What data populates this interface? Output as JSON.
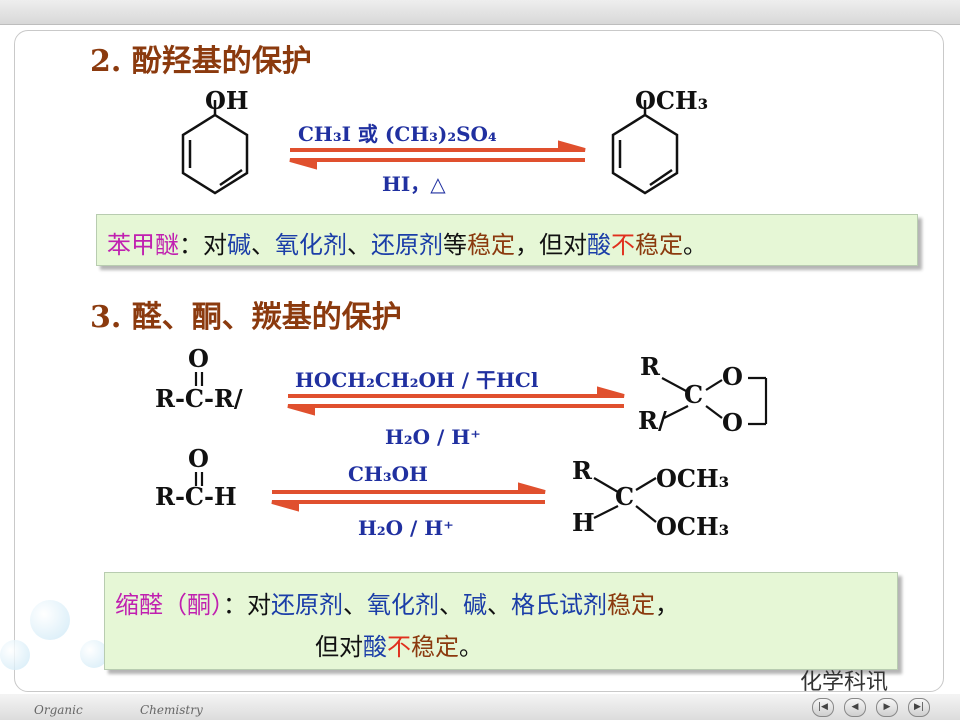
{
  "section2": {
    "heading": "2. 酚羟基的保护",
    "left_substituent": "OH",
    "right_substituent": "OCH₃",
    "reagent_forward": "CH₃I 或 (CH₃)₂SO₄",
    "reagent_reverse": "HI，△",
    "note": {
      "segments": [
        {
          "text": "苯甲醚",
          "color": "magenta"
        },
        {
          "text": "：对",
          "color": "dark"
        },
        {
          "text": "碱",
          "color": "blue"
        },
        {
          "text": "、",
          "color": "dark"
        },
        {
          "text": "氧化剂",
          "color": "blue"
        },
        {
          "text": "、",
          "color": "dark"
        },
        {
          "text": "还原剂",
          "color": "blue"
        },
        {
          "text": "等",
          "color": "dark"
        },
        {
          "text": "稳定",
          "color": "brown"
        },
        {
          "text": "，但对",
          "color": "dark"
        },
        {
          "text": "酸",
          "color": "blue"
        },
        {
          "text": "不",
          "color": "red"
        },
        {
          "text": "稳定",
          "color": "brown"
        },
        {
          "text": "。",
          "color": "dark"
        }
      ]
    }
  },
  "section3": {
    "heading": "3. 醛、酮、羰基的保护",
    "ketone": {
      "reactant_O": "O",
      "reactant": "R-C-R/",
      "reagent_forward": "HOCH₂CH₂OH / 干HCl",
      "reagent_reverse": "H₂O / H⁺",
      "product_R1": "R",
      "product_R2": "R/",
      "product_C": "C",
      "product_O1": "O",
      "product_O2": "O"
    },
    "aldehyde": {
      "reactant_O": "O",
      "reactant": "R-C-H",
      "reagent_forward": "CH₃OH",
      "reagent_reverse": "H₂O / H⁺",
      "product_R": "R",
      "product_H": "H",
      "product_C": "C",
      "product_OMe1": "OCH₃",
      "product_OMe2": "OCH₃"
    },
    "note": {
      "line1": [
        {
          "text": "缩醛（酮）",
          "color": "magenta"
        },
        {
          "text": "：对",
          "color": "dark"
        },
        {
          "text": "还原剂",
          "color": "blue"
        },
        {
          "text": "、",
          "color": "dark"
        },
        {
          "text": "氧化剂",
          "color": "blue"
        },
        {
          "text": "、",
          "color": "dark"
        },
        {
          "text": "碱",
          "color": "blue"
        },
        {
          "text": "、",
          "color": "dark"
        },
        {
          "text": "格氏试剂",
          "color": "blue"
        },
        {
          "text": "稳定",
          "color": "brown"
        },
        {
          "text": "，",
          "color": "dark"
        }
      ],
      "line2": [
        {
          "text": "但对",
          "color": "dark"
        },
        {
          "text": "酸",
          "color": "blue"
        },
        {
          "text": "不",
          "color": "red"
        },
        {
          "text": "稳定",
          "color": "brown"
        },
        {
          "text": "。",
          "color": "dark"
        }
      ]
    }
  },
  "footer": {
    "left_label": "Organic",
    "right_label": "Chemistry",
    "watermark": "化学科讯",
    "nav_buttons": [
      "first",
      "previous",
      "next",
      "last"
    ]
  },
  "colors": {
    "heading": "#8b3a0e",
    "reagent": "#2030a0",
    "arrow": "#e0502e",
    "box_bg": "#e6f7d6"
  }
}
